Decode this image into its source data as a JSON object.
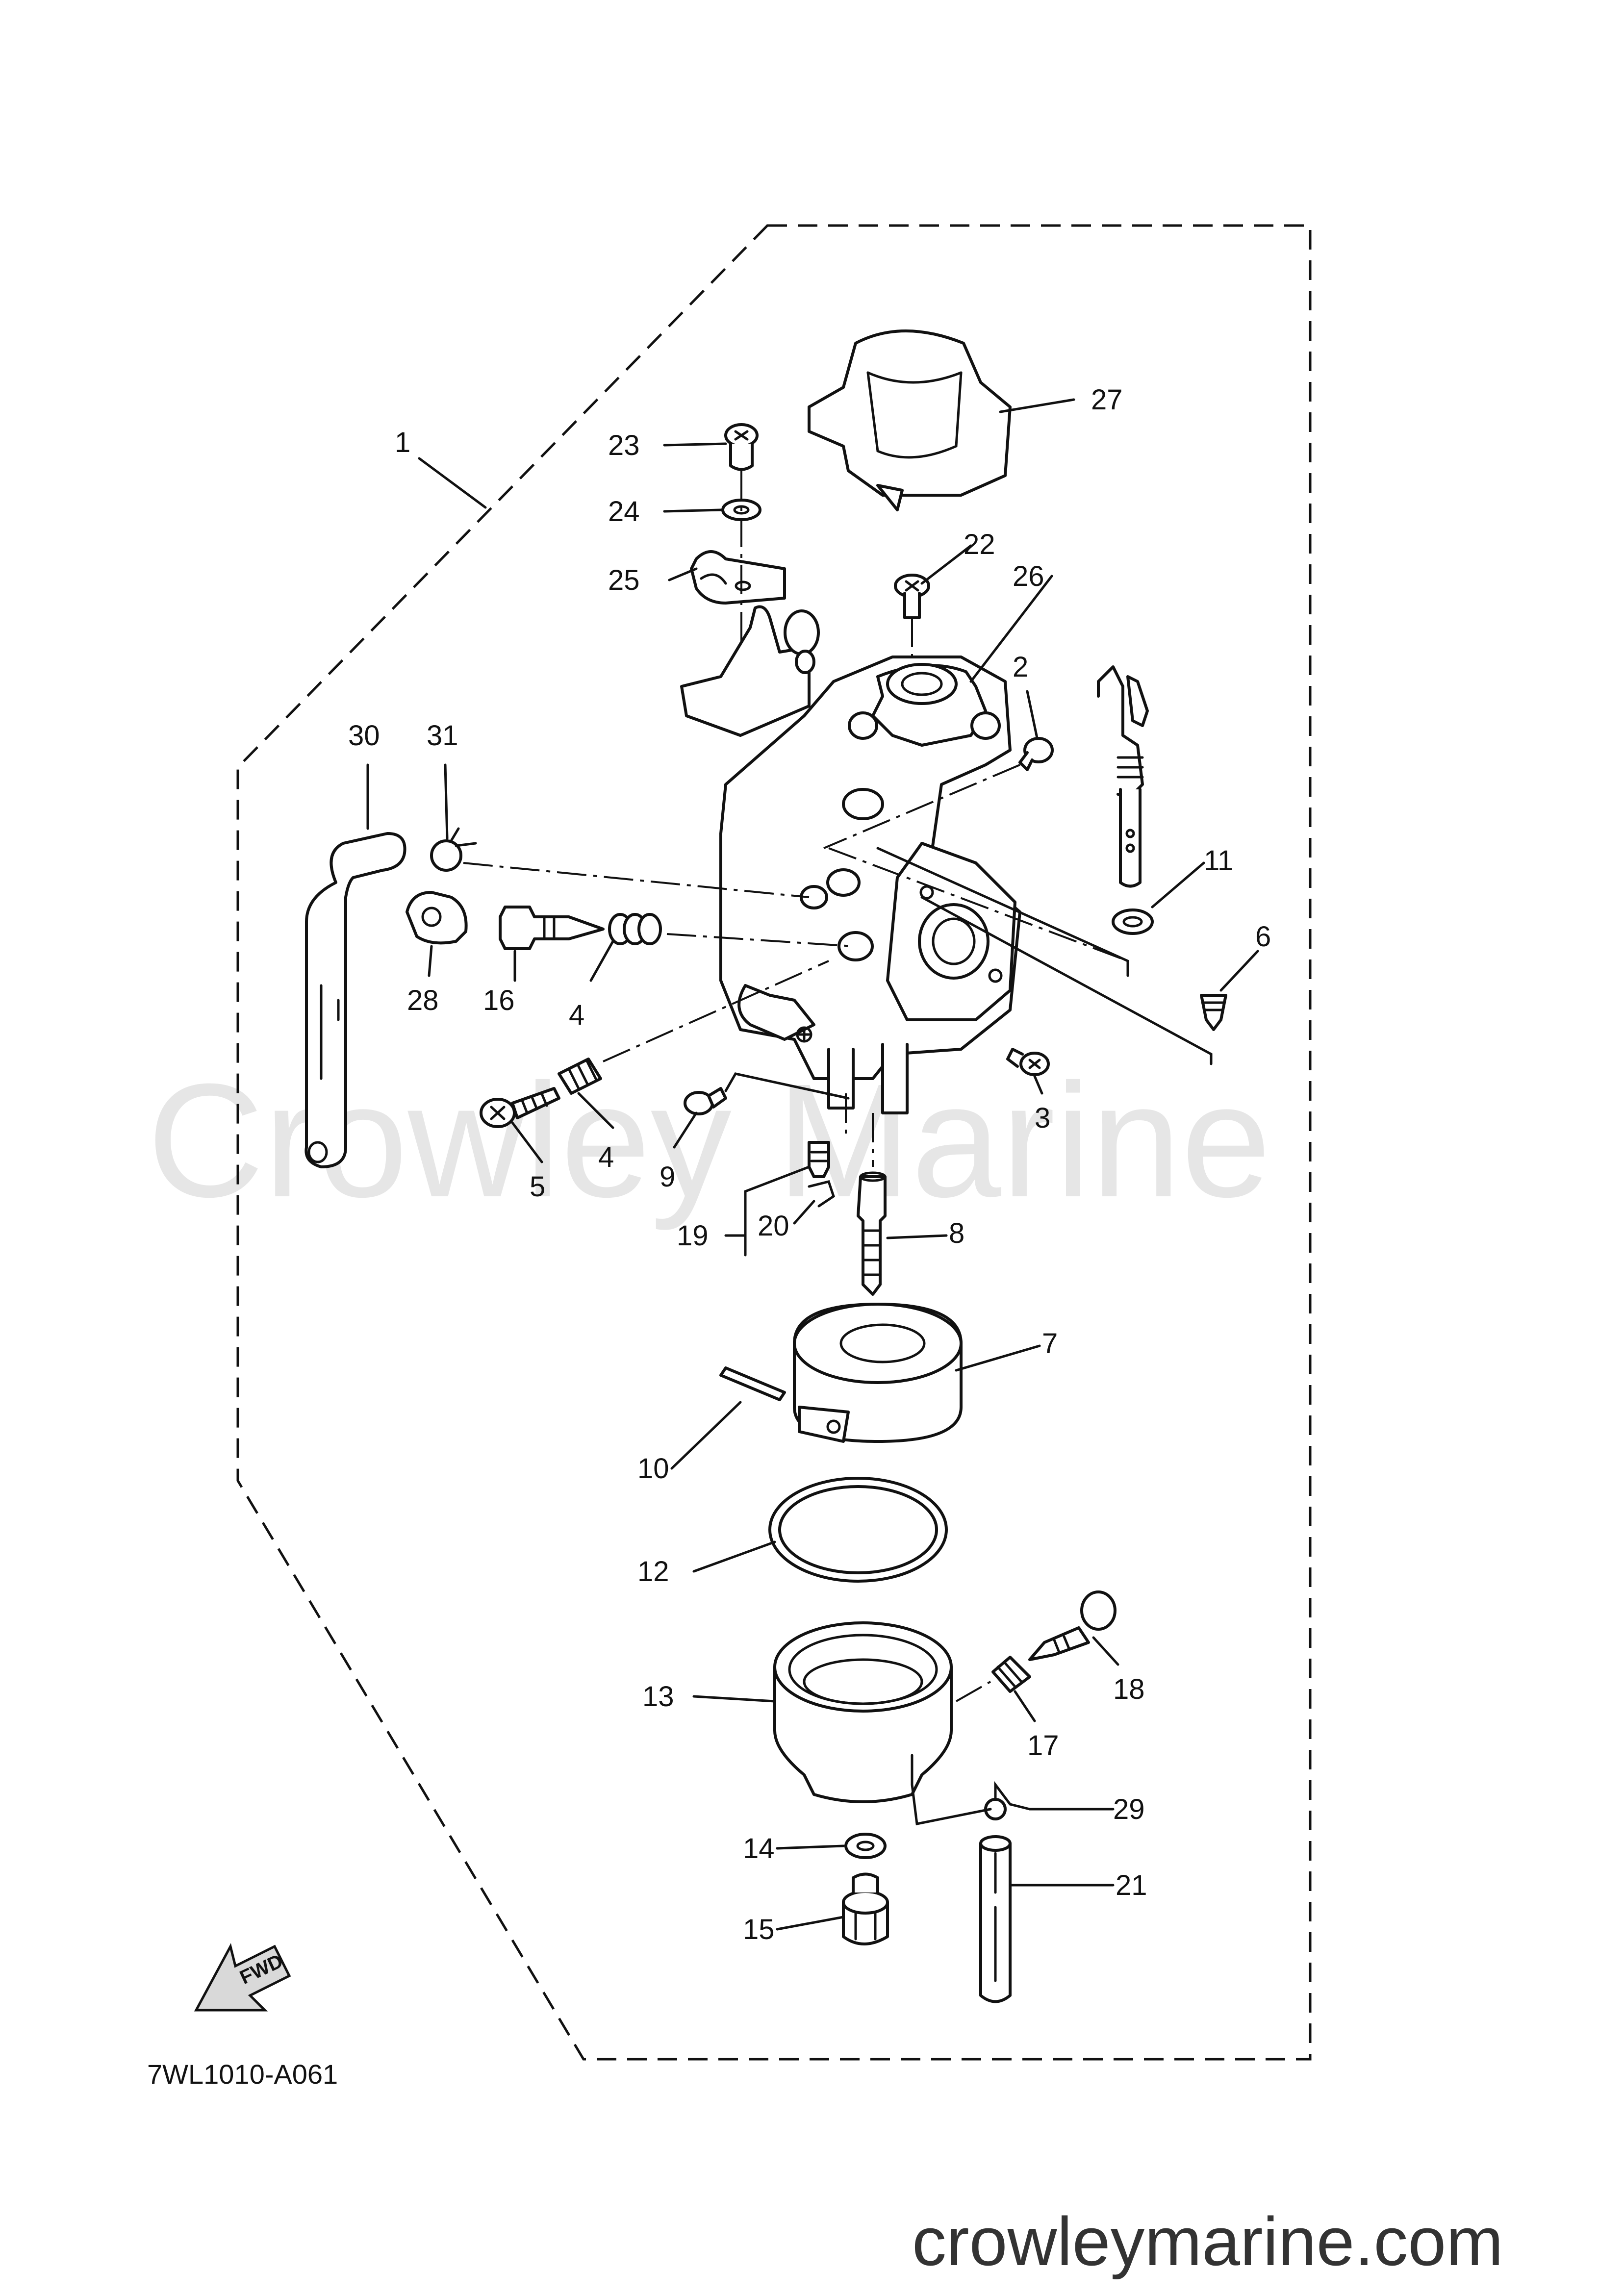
{
  "diagram": {
    "parts": [
      {
        "id": "1",
        "label": "1"
      },
      {
        "id": "2",
        "label": "2"
      },
      {
        "id": "3",
        "label": "3"
      },
      {
        "id": "4a",
        "label": "4"
      },
      {
        "id": "4b",
        "label": "4"
      },
      {
        "id": "5",
        "label": "5"
      },
      {
        "id": "6",
        "label": "6"
      },
      {
        "id": "7",
        "label": "7"
      },
      {
        "id": "8",
        "label": "8"
      },
      {
        "id": "9",
        "label": "9"
      },
      {
        "id": "10",
        "label": "10"
      },
      {
        "id": "11",
        "label": "11"
      },
      {
        "id": "12",
        "label": "12"
      },
      {
        "id": "13",
        "label": "13"
      },
      {
        "id": "14",
        "label": "14"
      },
      {
        "id": "15",
        "label": "15"
      },
      {
        "id": "16",
        "label": "16"
      },
      {
        "id": "17",
        "label": "17"
      },
      {
        "id": "18",
        "label": "18"
      },
      {
        "id": "19",
        "label": "19"
      },
      {
        "id": "20",
        "label": "20"
      },
      {
        "id": "21",
        "label": "21"
      },
      {
        "id": "22",
        "label": "22"
      },
      {
        "id": "23",
        "label": "23"
      },
      {
        "id": "24",
        "label": "24"
      },
      {
        "id": "25",
        "label": "25"
      },
      {
        "id": "26",
        "label": "26"
      },
      {
        "id": "27",
        "label": "27"
      },
      {
        "id": "28",
        "label": "28"
      },
      {
        "id": "29",
        "label": "29"
      },
      {
        "id": "30",
        "label": "30"
      },
      {
        "id": "31",
        "label": "31"
      }
    ],
    "fwd_label": "FWD",
    "diagram_code": "7WL1010-A061"
  },
  "watermark": {
    "text": "Crowley Marine",
    "site": "crowleymarine.com"
  },
  "colors": {
    "line": "#111111",
    "watermark": "#e6e6e6",
    "background": "#ffffff"
  }
}
